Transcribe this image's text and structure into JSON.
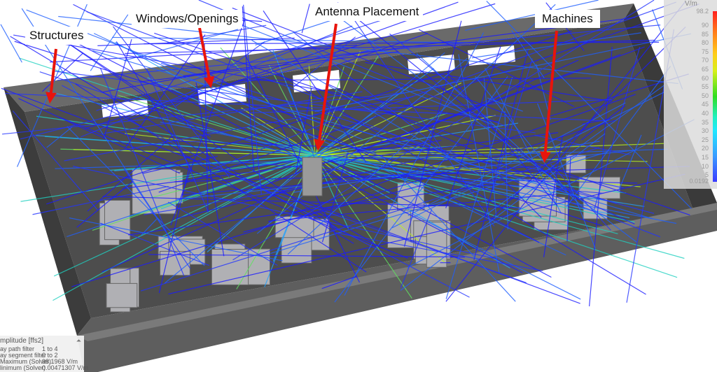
{
  "annotations": [
    {
      "id": "structures",
      "text": "Structures"
    },
    {
      "id": "windows",
      "text": "Windows/Openings"
    },
    {
      "id": "antenna",
      "text": "Antenna Placement"
    },
    {
      "id": "machines",
      "text": "Machines"
    }
  ],
  "legend": {
    "unit": "V/m",
    "max_label": "98.2",
    "min_label": "0.0192",
    "ticks": [
      "90",
      "85",
      "80",
      "75",
      "70",
      "65",
      "60",
      "55",
      "50",
      "45",
      "40",
      "35",
      "30",
      "25",
      "20",
      "15",
      "10",
      "5"
    ]
  },
  "info_panel": {
    "title": "mplitude [ffs2]",
    "rows": [
      {
        "label": "ay path filter",
        "value": "1 to 4"
      },
      {
        "label": "ay segment filter",
        "value": "0 to 2"
      },
      {
        "label": "Maximum (Solver)",
        "value": "98.1968 V/m"
      },
      {
        "label": "linimum (Solver)",
        "value": "0.00471307 V/m"
      }
    ],
    "pin_icon": "pin-icon"
  },
  "colors": {
    "arrow": "#e8140c",
    "wall": "#5a5a5a",
    "floor": "#4a4a4a",
    "ray_low": "#1a1aff",
    "ray_high": "#b8f020"
  }
}
